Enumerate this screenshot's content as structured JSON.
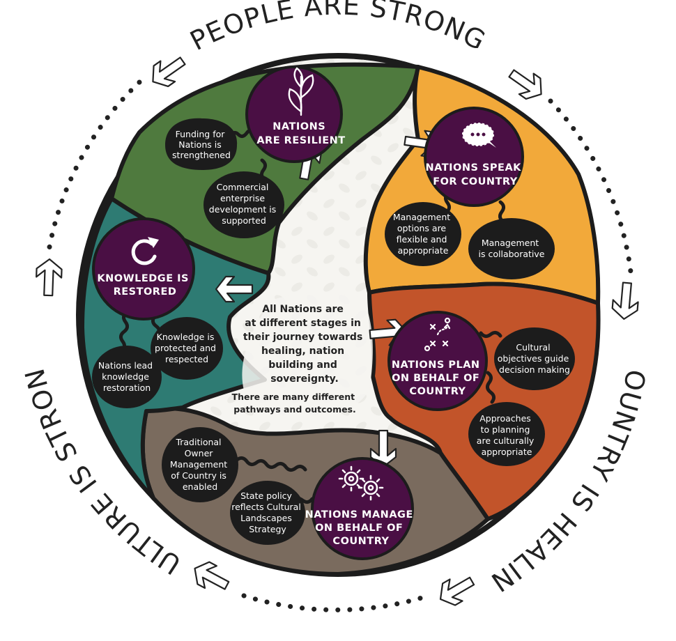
{
  "arc_labels": {
    "top": "PEOPLE ARE STRONG",
    "right": "COUNTRY IS HEALING",
    "left": "CULTURE IS STRONG"
  },
  "center": {
    "lines": [
      "All Nations are",
      "at different stages in",
      "their journey towards",
      "healing, nation",
      "building and",
      "sovereignty."
    ],
    "sub_lines": [
      "There are many different",
      "pathways and outcomes."
    ]
  },
  "outcomes": {
    "resilient": {
      "title": [
        "NATIONS",
        "ARE RESILIENT"
      ],
      "color": "#4f7a3e",
      "icon": "leaf-icon"
    },
    "speak": {
      "title": [
        "NATIONS SPEAK",
        "FOR COUNTRY"
      ],
      "color": "#f2a93a",
      "icon": "speech-bubble-icon"
    },
    "plan": {
      "title": [
        "NATIONS PLAN",
        "ON BEHALF OF",
        "COUNTRY"
      ],
      "color": "#c2542a",
      "icon": "strategy-plan-icon"
    },
    "manage": {
      "title": [
        "NATIONS MANAGE",
        "ON BEHALF OF",
        "COUNTRY"
      ],
      "color": "#7a6b5e",
      "icon": "gears-icon"
    },
    "restored": {
      "title": [
        "KNOWLEDGE IS",
        "RESTORED"
      ],
      "color": "#2e7b73",
      "icon": "refresh-icon"
    }
  },
  "supports": {
    "funding": [
      "Funding for",
      "Nations is",
      "strengthened"
    ],
    "commercial": [
      "Commercial",
      "enterprise",
      "development is",
      "supported"
    ],
    "mgmt_options": [
      "Management",
      "options are",
      "flexible and",
      "appropriate"
    ],
    "mgmt_collab": [
      "Management",
      "is collaborative"
    ],
    "cultural_obj": [
      "Cultural",
      "objectives guide",
      "decision making"
    ],
    "approaches": [
      "Approaches",
      "to planning",
      "are culturally",
      "appropriate"
    ],
    "traditional": [
      "Traditional",
      "Owner",
      "Management",
      "of Country is",
      "enabled"
    ],
    "state_policy": [
      "State policy",
      "reflects Cultural",
      "Landscapes",
      "Strategy"
    ],
    "protected": [
      "Knowledge is",
      "protected and",
      "respected"
    ],
    "nations_lead": [
      "Nations lead",
      "knowledge",
      "restoration"
    ]
  },
  "colors": {
    "purple": "#4a0f44",
    "dark": "#1c1c1c",
    "green": "#4f7a3e",
    "orange": "#f2a93a",
    "rust": "#c2542a",
    "taupe": "#7a6b5e",
    "teal": "#2e7b73"
  }
}
